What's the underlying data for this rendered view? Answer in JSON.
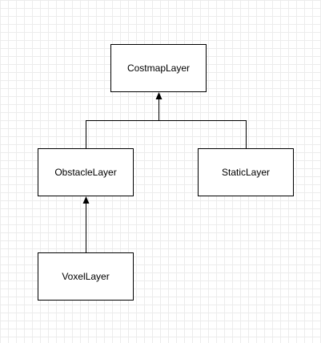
{
  "diagram": {
    "nodes": {
      "costmap_layer": "CostmapLayer",
      "obstacle_layer": "ObstacleLayer",
      "static_layer": "StaticLayer",
      "voxel_layer": "VoxelLayer"
    },
    "edges": [
      {
        "from": "obstacle_layer",
        "to": "costmap_layer",
        "type": "inheritance"
      },
      {
        "from": "static_layer",
        "to": "costmap_layer",
        "type": "inheritance"
      },
      {
        "from": "voxel_layer",
        "to": "obstacle_layer",
        "type": "inheritance"
      }
    ]
  }
}
